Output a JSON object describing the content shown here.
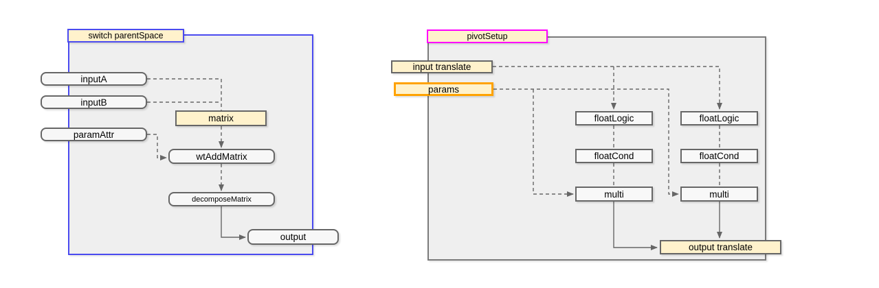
{
  "diagram": {
    "left_panel": {
      "title": "switch parentSpace",
      "nodes": {
        "inputA": {
          "label": "inputA"
        },
        "inputB": {
          "label": "inputB"
        },
        "paramAttr": {
          "label": "paramAttr"
        },
        "matrix": {
          "label": "matrix"
        },
        "wtAddMatrix": {
          "label": "wtAddMatrix"
        },
        "decomposeMatrix": {
          "label": "decomposeMatrix"
        },
        "output": {
          "label": "output"
        }
      },
      "edges": [
        {
          "from": "inputA",
          "to": "matrix",
          "style": "dashed"
        },
        {
          "from": "inputB",
          "to": "matrix",
          "style": "dashed"
        },
        {
          "from": "matrix",
          "to": "wtAddMatrix",
          "style": "dashed-arrow"
        },
        {
          "from": "paramAttr",
          "to": "wtAddMatrix",
          "style": "dashed-arrow"
        },
        {
          "from": "wtAddMatrix",
          "to": "decomposeMatrix",
          "style": "dashed-arrow"
        },
        {
          "from": "decomposeMatrix",
          "to": "output",
          "style": "solid-arrow"
        }
      ]
    },
    "right_panel": {
      "title": "pivotSetup",
      "nodes": {
        "input_translate": {
          "label": "input translate"
        },
        "params": {
          "label": "params"
        },
        "float_logic_left": {
          "label": "floatLogic"
        },
        "float_cond_left": {
          "label": "floatCond"
        },
        "multi_left": {
          "label": "multi"
        },
        "float_logic_right": {
          "label": "floatLogic"
        },
        "float_cond_right": {
          "label": "floatCond"
        },
        "multi_right": {
          "label": "multi"
        },
        "output_translate": {
          "label": "output translate"
        }
      },
      "edges": [
        {
          "from": "input_translate",
          "to": "float_logic_left",
          "style": "dashed-arrow"
        },
        {
          "from": "input_translate",
          "to": "float_logic_right",
          "style": "dashed-arrow"
        },
        {
          "from": "params",
          "to": "multi_left",
          "style": "dashed-arrow"
        },
        {
          "from": "params",
          "to": "multi_right",
          "style": "dashed-arrow"
        },
        {
          "from": "float_logic_left",
          "to": "float_cond_left",
          "style": "dashed"
        },
        {
          "from": "float_cond_left",
          "to": "multi_left",
          "style": "dashed"
        },
        {
          "from": "float_logic_right",
          "to": "float_cond_right",
          "style": "dashed"
        },
        {
          "from": "float_cond_right",
          "to": "multi_right",
          "style": "dashed"
        },
        {
          "from": "multi_left",
          "to": "output_translate",
          "style": "solid-arrow"
        },
        {
          "from": "multi_right",
          "to": "output_translate",
          "style": "solid-arrow"
        }
      ]
    },
    "colors": {
      "panel_fill": "#efefef",
      "left_panel_border": "#4a4af0",
      "right_panel_border": "#7a7a7a",
      "tab_fill": "#fff2cc",
      "pivot_tab_border": "#ff00ff",
      "params_border": "#ffa200",
      "node_border": "#666666",
      "cream_fill": "#fff2cc",
      "edge_color": "#666666"
    }
  }
}
